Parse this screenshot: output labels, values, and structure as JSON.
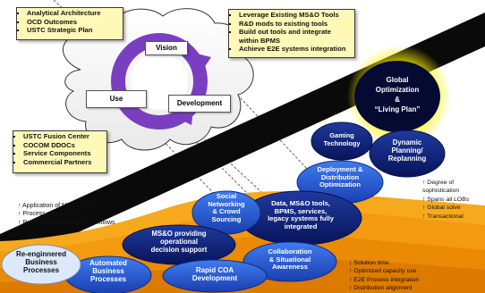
{
  "callouts": {
    "top_left": [
      "Analytical Architecture",
      "OCD Outcomes",
      "USTC Strategic Plan"
    ],
    "top_right": [
      "Leverage Existing MS&O Tools",
      "R&D mods to existing tools",
      "Build out tools and integrate",
      "within BPMS",
      "Achieve E2E systems integration"
    ],
    "mid_left": [
      "USTC Fusion Center",
      "COCOM DDOCs",
      "Service Components",
      "Commercial Partners"
    ]
  },
  "cycle": {
    "vision": "Vision",
    "use": "Use",
    "development": "Development"
  },
  "global": [
    "Global",
    "Optimization",
    "&",
    "“Living Plan”"
  ],
  "nodes": {
    "gaming": [
      "Gaming",
      "Technology"
    ],
    "dynamic": [
      "Dynamic",
      "Planning/",
      "Replanning"
    ],
    "deployment": [
      "Deployment &",
      "Distribution",
      "Optimization"
    ],
    "data": [
      "Data, MS&O tools,",
      "BPMS, services,",
      "legacy systems fully",
      "integrated"
    ],
    "social": [
      "Social",
      "Networking",
      "& Crowd",
      "Sourcing"
    ],
    "msando": [
      "MS&O providing",
      "operational",
      "decision support"
    ],
    "collab": [
      "Collaboration",
      "& Situational",
      "Awareness"
    ],
    "rapid": [
      "Rapid COA",
      "Development"
    ],
    "automated": [
      "Automated",
      "Business",
      "Processes"
    ],
    "reengineered": [
      "Re-enginnered",
      "Business",
      "Processes"
    ]
  },
  "left_notes": [
    "↑ Application of MS&O Tools",
    "↑ Process efficiencies",
    "↑ Repeatable/disciplined  workflows"
  ],
  "right_notes": [
    "↑ Degree of",
    "   sophistication",
    "↑ Spans all LOBs",
    "↑ Global solve",
    "↑ Transactional"
  ],
  "bottom_notes": [
    "↓ Solution time",
    "↑ Optimized capacity use",
    "↑ E2E Process  integration",
    "↑ Distribution alignment"
  ],
  "colors": {
    "callout": "#fff9b8",
    "node_blue": "#1d4fc9",
    "node_navy": "#0b1a6e",
    "wave_orange": "#f7a91e",
    "cycle_purple": "#7a3fc0",
    "glow": "#fff200"
  }
}
